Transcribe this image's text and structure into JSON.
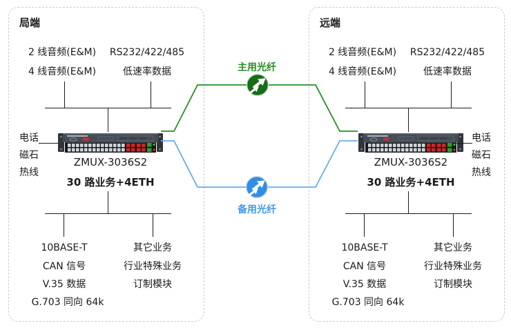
{
  "diagram": {
    "background": "#ffffff",
    "connector_color": "#1a1a1a",
    "fibers": {
      "primary": {
        "label": "主用光纤",
        "color": "#239023",
        "icon": "globe-transfer-icon"
      },
      "backup": {
        "label": "备用光纤",
        "text_color": "#3E9AF0",
        "line_color": "#63ACF3",
        "icon": "globe-transfer-icon"
      }
    },
    "terminals": [
      {
        "title": "局端",
        "top_left_lines": [
          "2 线音频(E&M)",
          "4 线音频(E&M)"
        ],
        "top_right_lines": [
          "RS232/422/485",
          "低速率数据"
        ],
        "side_labels": [
          "电话",
          "磁石",
          "热线"
        ],
        "device": {
          "model": "ZMUX-3036S2",
          "capacity": "30 路业务+4ETH",
          "image": "rack-multiplexer-photo"
        },
        "bottom_left_lines": [
          "10BASE-T",
          "CAN 信号",
          "V.35 数据",
          "G.703 同向 64k"
        ],
        "bottom_right_lines": [
          "其它业务",
          "行业特殊业务",
          "订制模块"
        ]
      },
      {
        "title": "远端",
        "top_left_lines": [
          "2 线音频(E&M)",
          "4 线音频(E&M)"
        ],
        "top_right_lines": [
          "RS232/422/485",
          "低速率数据"
        ],
        "side_labels": [
          "电话",
          "磁石",
          "热线"
        ],
        "device": {
          "model": "ZMUX-3036S2",
          "capacity": "30 路业务+4ETH",
          "image": "rack-multiplexer-photo"
        },
        "bottom_left_lines": [
          "10BASE-T",
          "CAN 信号",
          "V.35 数据",
          "G.703 同向 64k"
        ],
        "bottom_right_lines": [
          "其它业务",
          "行业特殊业务",
          "订制模块"
        ]
      }
    ]
  }
}
